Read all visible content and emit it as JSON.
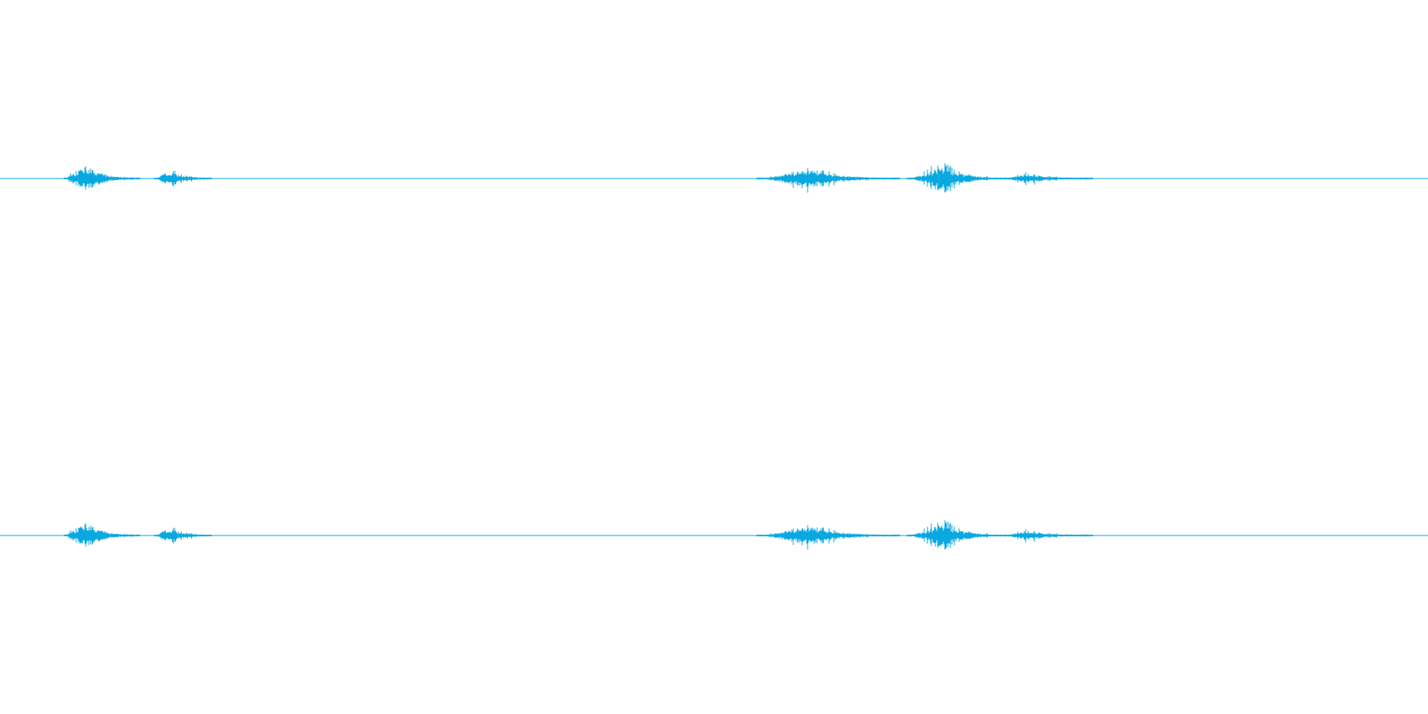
{
  "waveform": {
    "color": "#0aa8e0",
    "background": "#ffffff",
    "channels": [
      {
        "name": "",
        "bursts": [
          {
            "start": 0.045,
            "peak": 0.058,
            "end": 0.098,
            "amplitude": 0.75
          },
          {
            "start": 0.108,
            "peak": 0.119,
            "end": 0.148,
            "amplitude": 0.5
          },
          {
            "start": 0.53,
            "peak": 0.565,
            "end": 0.63,
            "amplitude": 0.55
          },
          {
            "start": 0.635,
            "peak": 0.662,
            "end": 0.7,
            "amplitude": 0.8
          },
          {
            "start": 0.7,
            "peak": 0.72,
            "end": 0.765,
            "amplitude": 0.3
          }
        ]
      },
      {
        "name": "",
        "bursts": [
          {
            "start": 0.045,
            "peak": 0.058,
            "end": 0.098,
            "amplitude": 0.75
          },
          {
            "start": 0.108,
            "peak": 0.119,
            "end": 0.148,
            "amplitude": 0.5
          },
          {
            "start": 0.53,
            "peak": 0.565,
            "end": 0.63,
            "amplitude": 0.55
          },
          {
            "start": 0.635,
            "peak": 0.662,
            "end": 0.7,
            "amplitude": 0.8
          },
          {
            "start": 0.7,
            "peak": 0.72,
            "end": 0.765,
            "amplitude": 0.3
          }
        ]
      }
    ]
  }
}
